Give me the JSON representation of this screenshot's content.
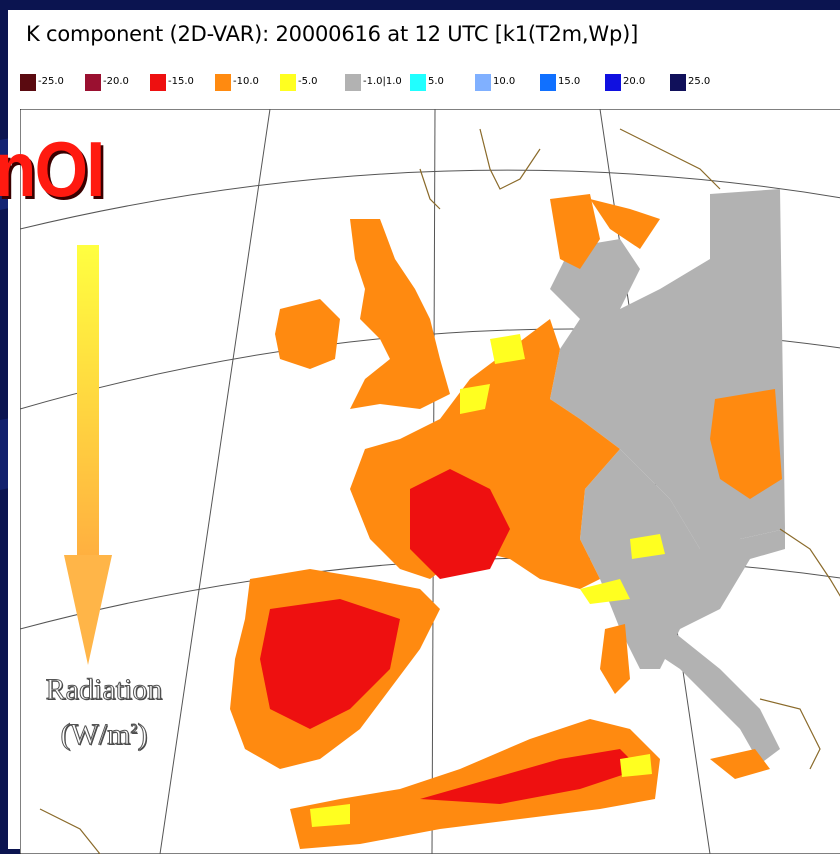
{
  "title": "K component (2D-VAR): 20000616 at 12 UTC [k1(T2m,Wp)]",
  "legend": [
    {
      "label": "-25.0",
      "color": "#5a0a10"
    },
    {
      "label": "-20.0",
      "color": "#9a1030"
    },
    {
      "label": "-15.0",
      "color": "#ee1010"
    },
    {
      "label": "-10.0",
      "color": "#ff8a10"
    },
    {
      "label": "-5.0",
      "color": "#ffff20"
    },
    {
      "label": "-1.0|1.0",
      "color": "#b2b2b2"
    },
    {
      "label": "5.0",
      "color": "#20ffff"
    },
    {
      "label": "10.0",
      "color": "#80b0ff"
    },
    {
      "label": "15.0",
      "color": "#1070ff"
    },
    {
      "label": "20.0",
      "color": "#1010e0"
    },
    {
      "label": "25.0",
      "color": "#10105a"
    }
  ],
  "overlay": {
    "logo_text": "ynOI",
    "axis_label_line1": "Radiation",
    "axis_label_line2_prefix": "(W/m",
    "axis_label_superscript": "2",
    "axis_label_line2_suffix": ")"
  },
  "colors": {
    "slide_background": "#0b1450",
    "coastline": "#8a6a2a",
    "grid_line": "#555555",
    "land_unchanged": "#b2b2b2",
    "sea": "#ffffff"
  }
}
